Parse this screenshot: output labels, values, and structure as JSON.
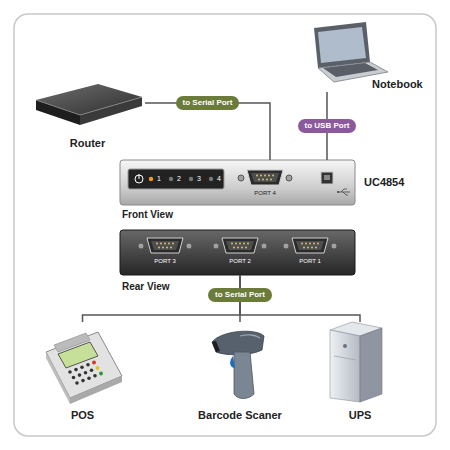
{
  "diagram": {
    "nodes": [
      {
        "text": [
          "Router"
        ]
      },
      {
        "text": [
          "Notebook"
        ]
      },
      {
        "text": [
          "PORT 4"
        ]
      },
      {
        "text": [
          "PORT 3",
          "PORT 2",
          "PORT 1"
        ]
      },
      {
        "text": [
          "POS"
        ]
      },
      {
        "text": [
          "Barcode Scaner"
        ]
      },
      {
        "text": [
          "UPS"
        ]
      }
    ],
    "edges": [
      {
        "from": 0,
        "to": 2,
        "label": "to Serial Port",
        "arrow": "none"
      },
      {
        "from": 1,
        "to": 2,
        "label": "to USB Port",
        "arrow": "none"
      },
      {
        "from": 3,
        "to": 4,
        "arrow": "none"
      },
      {
        "from": 3,
        "to": 5,
        "label": "to Serial Port",
        "arrow": "none"
      },
      {
        "from": 3,
        "to": 6,
        "arrow": "none"
      }
    ],
    "labels": [
      "UC4854",
      "Front View",
      "Rear View",
      "1",
      "2",
      "3",
      "4"
    ]
  }
}
